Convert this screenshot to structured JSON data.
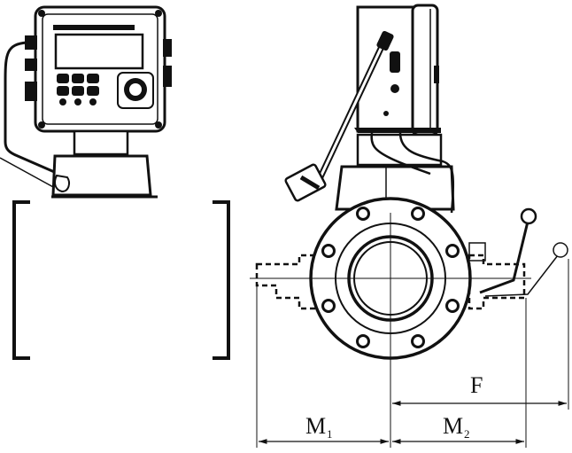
{
  "labels": {
    "f": "F",
    "m1_main": "M",
    "m1_sub": "1",
    "m2_main": "M",
    "m2_sub": "2"
  },
  "colors": {
    "line": "#111111",
    "background": "#ffffff"
  }
}
